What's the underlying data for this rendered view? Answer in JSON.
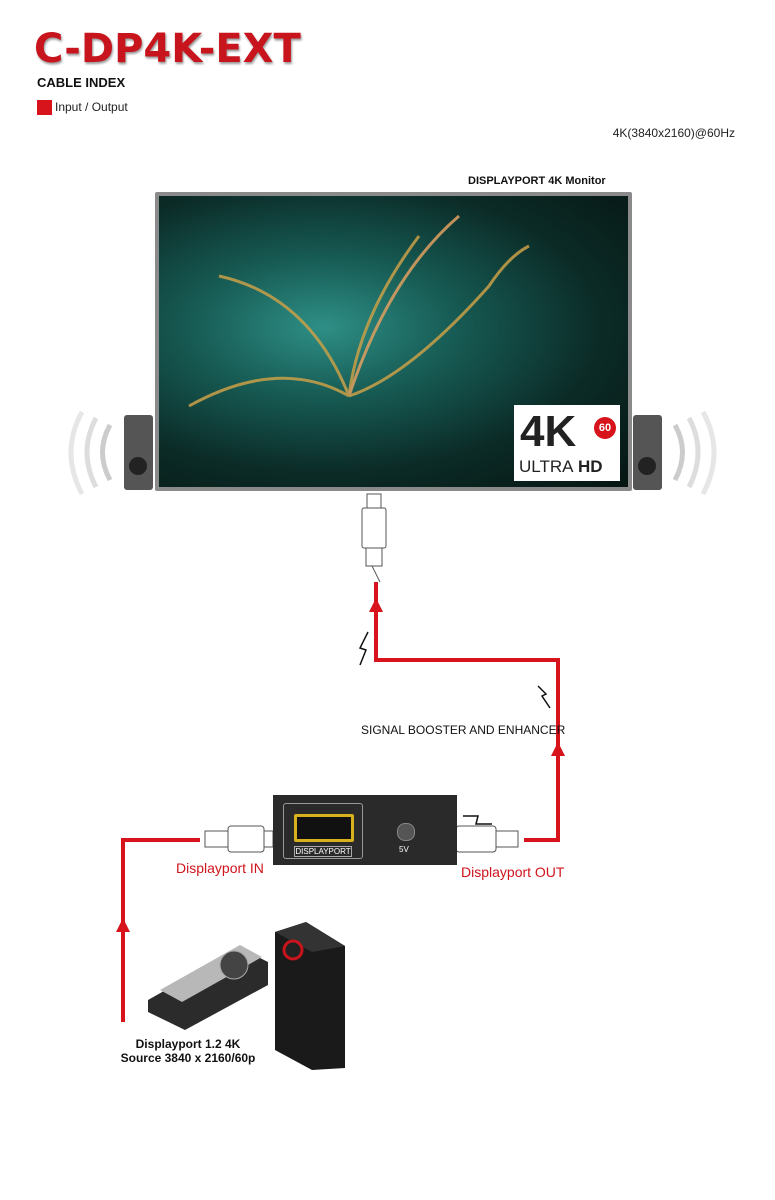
{
  "title": "C-DP4K-EXT",
  "cable_index": "CABLE INDEX",
  "legend": {
    "label": "Input / Output",
    "color": "#d7131b"
  },
  "resolution": "4K(3840x2160)@60Hz",
  "monitor": {
    "title": "DISPLAYPORT 4K Monitor",
    "badge_main": "4K",
    "badge_rate": "60",
    "badge_ultra": "ULTRA",
    "badge_hd": "HD"
  },
  "booster": {
    "label": "SIGNAL BOOSTER AND ENHANCER",
    "port_label": "DISPLAYPORT",
    "power_label": "5V"
  },
  "dp_in": "Displayport IN",
  "dp_out": "Displayport OUT",
  "source": {
    "line1": "Displayport 1.2 4K",
    "line2": "Source 3840 x 2160/60p"
  }
}
